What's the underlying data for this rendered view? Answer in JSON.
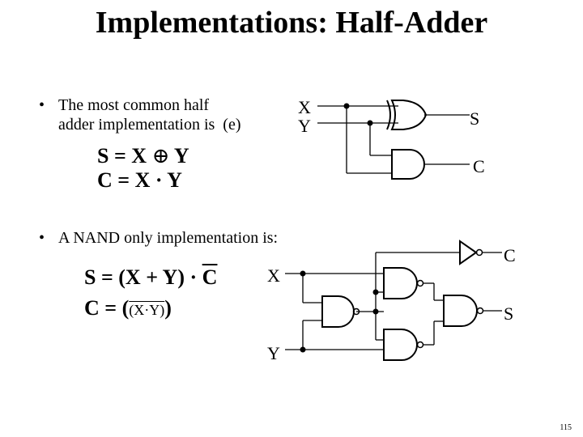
{
  "title": "Implementations: Half-Adder",
  "bullet1": {
    "marker": "•",
    "line1": "The most common half",
    "line2": "adder implementation is",
    "option": "(e)"
  },
  "eq1": {
    "sum_left": "S = X",
    "sum_right": "Y",
    "xor_symbol": "⊕",
    "carry": "C = X · Y"
  },
  "circuit1": {
    "in_x": "X",
    "in_y": "Y",
    "out_s": "S",
    "out_c": "C"
  },
  "bullet2": {
    "marker": "•",
    "text": "A NAND only implementation is:"
  },
  "eq2": {
    "sum_prefix": "S = (X + Y) · ",
    "sum_bar": "C",
    "carry_prefix": "C = (",
    "carry_inner": "(X·Y)",
    "carry_suffix": ")"
  },
  "circuit2": {
    "in_x": "X",
    "in_y": "Y",
    "out_c": "C",
    "out_s": "S"
  },
  "page_number": "115"
}
